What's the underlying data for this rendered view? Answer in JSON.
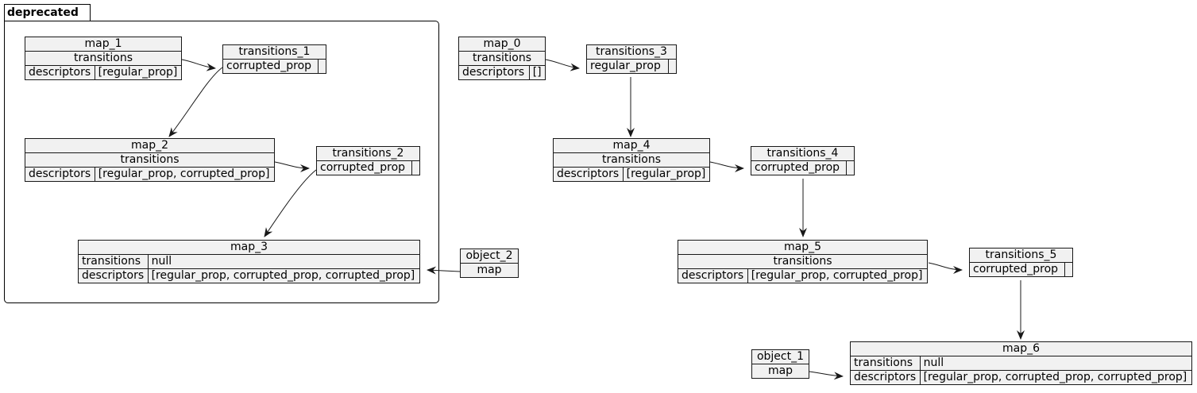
{
  "package": {
    "label": "deprecated"
  },
  "maps": {
    "map_0": {
      "title": "map_0",
      "transitions_label": "transitions",
      "descriptors_label": "descriptors",
      "descriptors_value": "[]"
    },
    "map_1": {
      "title": "map_1",
      "transitions_label": "transitions",
      "descriptors_label": "descriptors",
      "descriptors_value": "[regular_prop]"
    },
    "map_2": {
      "title": "map_2",
      "transitions_label": "transitions",
      "descriptors_label": "descriptors",
      "descriptors_value": "[regular_prop, corrupted_prop]"
    },
    "map_3": {
      "title": "map_3",
      "transitions_label": "transitions",
      "transitions_value": "null",
      "descriptors_label": "descriptors",
      "descriptors_value": "[regular_prop, corrupted_prop, corrupted_prop]"
    },
    "map_4": {
      "title": "map_4",
      "transitions_label": "transitions",
      "descriptors_label": "descriptors",
      "descriptors_value": "[regular_prop]"
    },
    "map_5": {
      "title": "map_5",
      "transitions_label": "transitions",
      "descriptors_label": "descriptors",
      "descriptors_value": "[regular_prop, corrupted_prop]"
    },
    "map_6": {
      "title": "map_6",
      "transitions_label": "transitions",
      "transitions_value": "null",
      "descriptors_label": "descriptors",
      "descriptors_value": "[regular_prop, corrupted_prop, corrupted_prop]"
    }
  },
  "transitions": {
    "transitions_1": {
      "title": "transitions_1",
      "key": "corrupted_prop"
    },
    "transitions_2": {
      "title": "transitions_2",
      "key": "corrupted_prop"
    },
    "transitions_3": {
      "title": "transitions_3",
      "key": "regular_prop"
    },
    "transitions_4": {
      "title": "transitions_4",
      "key": "corrupted_prop"
    },
    "transitions_5": {
      "title": "transitions_5",
      "key": "corrupted_prop"
    }
  },
  "objects": {
    "object_1": {
      "title": "object_1",
      "field": "map"
    },
    "object_2": {
      "title": "object_2",
      "field": "map"
    }
  },
  "edges": [
    {
      "from": "map_1",
      "to": "transitions_1"
    },
    {
      "from": "transitions_1",
      "to": "map_2"
    },
    {
      "from": "map_2",
      "to": "transitions_2"
    },
    {
      "from": "transitions_2",
      "to": "map_3"
    },
    {
      "from": "object_2",
      "to": "map_3"
    },
    {
      "from": "map_0",
      "to": "transitions_3"
    },
    {
      "from": "transitions_3",
      "to": "map_4"
    },
    {
      "from": "map_4",
      "to": "transitions_4"
    },
    {
      "from": "transitions_4",
      "to": "map_5"
    },
    {
      "from": "map_5",
      "to": "transitions_5"
    },
    {
      "from": "transitions_5",
      "to": "map_6"
    },
    {
      "from": "object_1",
      "to": "map_6"
    }
  ]
}
